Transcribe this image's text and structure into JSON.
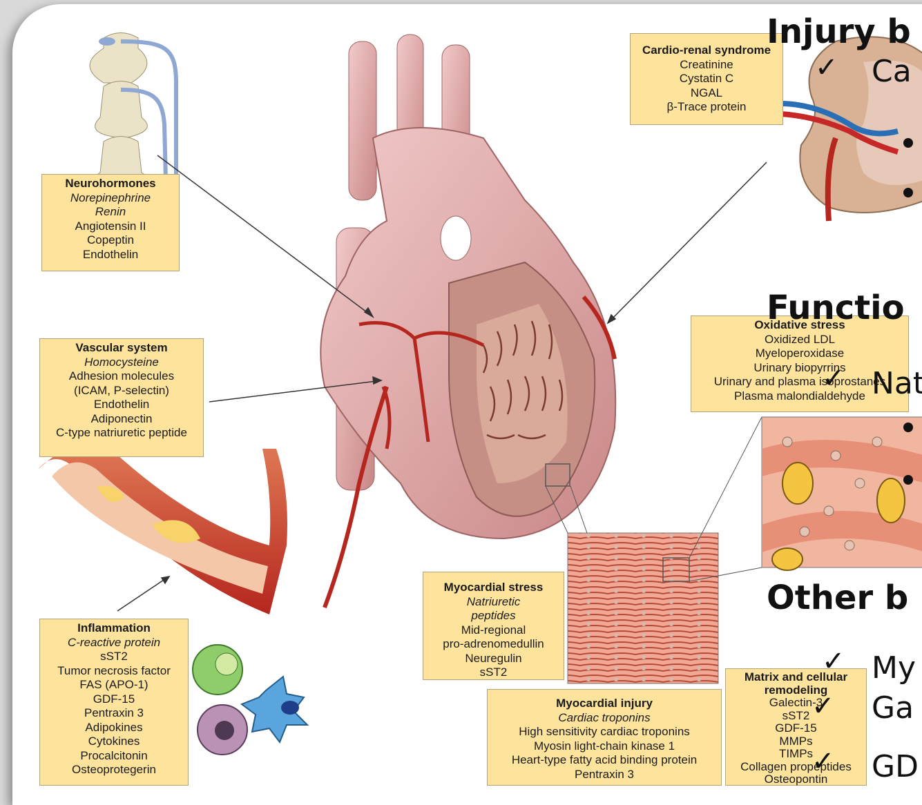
{
  "boxes": {
    "neuro": {
      "title": "Neurohormones",
      "items_italic": [
        "Norepinephrine",
        "Renin"
      ],
      "items": [
        "Angiotensin II",
        "Copeptin",
        "Endothelin"
      ]
    },
    "vascular": {
      "title": "Vascular system",
      "items_italic": [
        "Homocysteine"
      ],
      "items": [
        "Adhesion molecules",
        "(ICAM, P-selectin)",
        "Endothelin",
        "Adiponectin",
        "C-type natriuretic peptide"
      ]
    },
    "inflammation": {
      "title": "Inflammation",
      "items_italic": [
        "C-reactive protein"
      ],
      "items": [
        "sST2",
        "Tumor necrosis factor",
        "FAS (APO-1)",
        "GDF-15",
        "Pentraxin 3",
        "Adipokines",
        "Cytokines",
        "Procalcitonin",
        "Osteoprotegerin"
      ]
    },
    "cardiorenal": {
      "title": "Cardio-renal syndrome",
      "items": [
        "Creatinine",
        "Cystatin C",
        "NGAL",
        "β-Trace protein"
      ]
    },
    "oxidative": {
      "title": "Oxidative stress",
      "items": [
        "Oxidized LDL",
        "Myeloperoxidase",
        "Urinary biopyrrins",
        "Urinary and plasma isoprostanes",
        "Plasma malondialdehyde"
      ]
    },
    "myostress": {
      "title": "Myocardial stress",
      "items_italic": [
        "Natriuretic",
        "peptides"
      ],
      "items": [
        "Mid-regional",
        "pro-adrenomedullin",
        "Neuregulin",
        "sST2"
      ]
    },
    "myoinjury": {
      "title": "Myocardial injury",
      "items_italic": [
        "Cardiac troponins"
      ],
      "items": [
        "High sensitivity cardiac troponins",
        "Myosin light-chain kinase 1",
        "Heart-type fatty acid binding protein",
        "Pentraxin 3"
      ]
    },
    "matrix": {
      "title_lines": [
        "Matrix and cellular",
        "remodeling"
      ],
      "items": [
        "Galectin-3",
        "sST2",
        "GDF-15",
        "MMPs",
        "TIMPs",
        "Collagen propeptides",
        "Osteopontin"
      ]
    }
  },
  "right_panel": {
    "heading1": "Injury b",
    "check1": "Ca",
    "heading2": "Functio",
    "check2": "Nat",
    "heading3": "Other b",
    "check3": "My",
    "check4": "Ga",
    "check5": "GD",
    "checkmark": "✓"
  },
  "colors": {
    "box_fill": "#fde39c",
    "heart": "#e2a5a5",
    "vessel_red": "#b5261e",
    "vein_blue": "#2a6fb5"
  }
}
